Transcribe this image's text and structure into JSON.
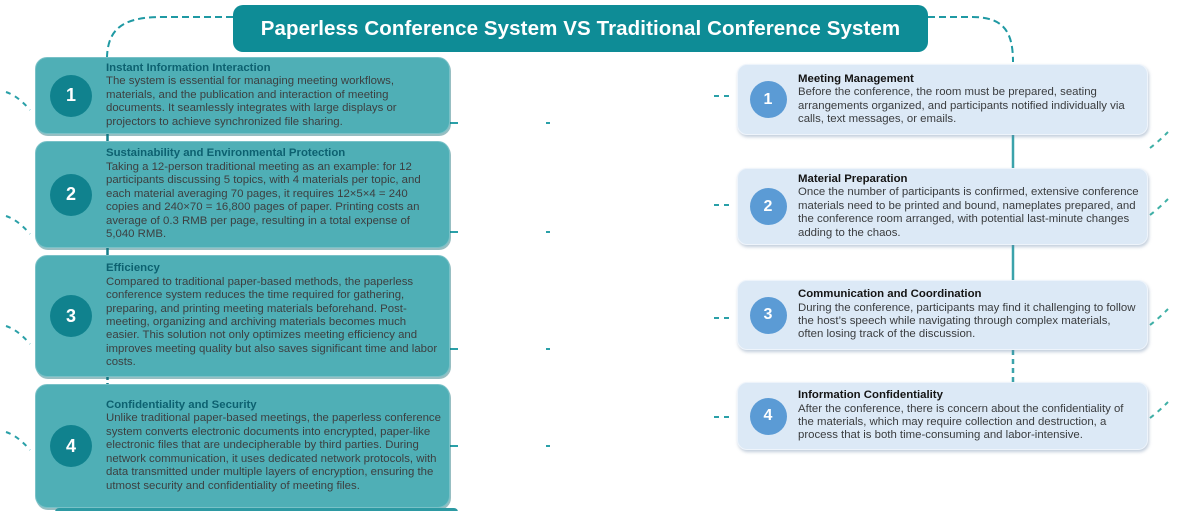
{
  "title": {
    "text": "Paperless Conference System VS Traditional Conference System"
  },
  "left": {
    "panel_color": "#4fafb6",
    "circle_color": "#10828e",
    "items": [
      {
        "number": "1",
        "title": "Instant Information Interaction",
        "body": "The system is essential for managing meeting workflows, materials, and the publication and interaction of meeting documents. It seamlessly integrates with large displays or projectors to achieve synchronized file sharing."
      },
      {
        "number": "2",
        "title": "Sustainability and Environmental Protection",
        "body": "Taking a 12-person traditional meeting as an example: for 12 participants discussing 5 topics, with 4 materials per topic, and each material averaging 70 pages, it requires 12×5×4 = 240 copies and 240×70 = 16,800 pages of paper. Printing costs an average of 0.3 RMB per page, resulting in a total expense of 5,040 RMB."
      },
      {
        "number": "3",
        "title": "Efficiency",
        "body": "Compared to traditional paper-based methods, the paperless conference system reduces the time required for gathering, preparing, and printing meeting materials beforehand. Post-meeting, organizing and archiving materials becomes much easier. This solution not only optimizes meeting efficiency and improves meeting quality but also saves significant time and labor costs."
      },
      {
        "number": "4",
        "title": "Confidentiality and Security",
        "body": "Unlike traditional paper-based meetings, the paperless conference system converts electronic documents into encrypted, paper-like electronic files that are undecipherable by third parties. During network communication, it uses dedicated network protocols, with data transmitted under multiple layers of encryption, ensuring the utmost security and confidentiality of meeting files."
      }
    ]
  },
  "right": {
    "panel_color": "#dce9f6",
    "circle_color": "#5b9bd5",
    "items": [
      {
        "number": "1",
        "title": "Meeting Management",
        "body": "Before the conference, the room must be prepared, seating arrangements organized, and participants notified individually via calls, text messages, or emails."
      },
      {
        "number": "2",
        "title": "Material Preparation",
        "body": "Once the number of participants is confirmed, extensive conference materials need to be printed and bound, nameplates prepared, and the conference room arranged, with potential last-minute changes adding to the chaos."
      },
      {
        "number": "3",
        "title": "Communication and Coordination",
        "body": "During the conference, participants may find it challenging to follow the host’s speech while navigating through complex materials, often losing track of the discussion."
      },
      {
        "number": "4",
        "title": "Information Confidentiality",
        "body": "After the conference, there is concern about the confidentiality of the materials, which may require collection and destruction, a process that is both time-consuming and labor-intensive."
      }
    ]
  },
  "colors": {
    "banner": "#0e8c96",
    "connector": "#1f99a3"
  }
}
